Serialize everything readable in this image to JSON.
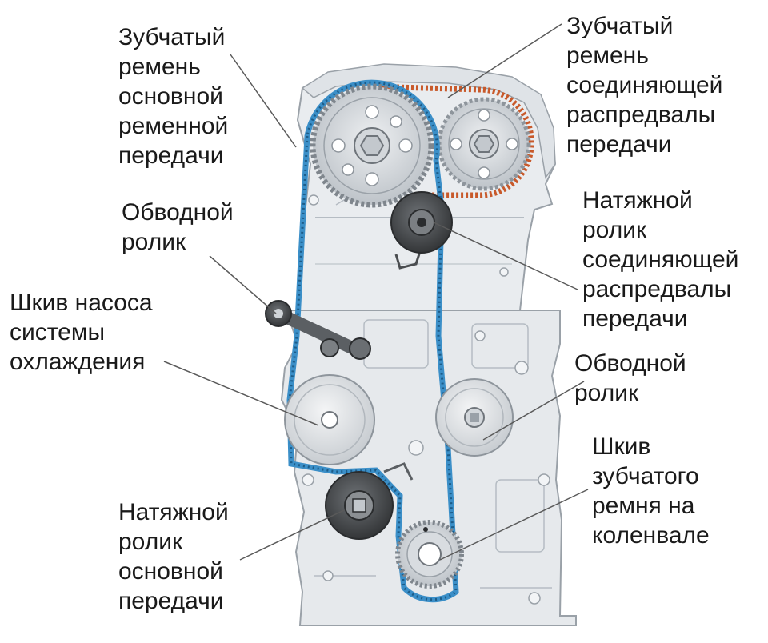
{
  "labels": {
    "main_belt": [
      "Зубчатый",
      "ремень",
      "основной",
      "ременной",
      "передачи"
    ],
    "cam_belt": [
      "Зубчатый",
      "ремень",
      "соединяющей",
      "распредвалы",
      "передачи"
    ],
    "idler_top": [
      "Обводной",
      "ролик"
    ],
    "cam_tensioner": [
      "Натяжной",
      "ролик",
      "соединяющей",
      "распредвалы",
      "передачи"
    ],
    "water_pump": [
      "Шкив насоса",
      "системы",
      "охлаждения"
    ],
    "idler_right": [
      "Обводной",
      "ролик"
    ],
    "crank_pulley": [
      "Шкив",
      "зубчатого",
      "ремня на",
      "коленвале"
    ],
    "main_tensioner": [
      "Натяжной",
      "ролик",
      "основной",
      "передачи"
    ]
  },
  "colors": {
    "main_belt": "#3b8fc8",
    "cam_belt": "#c8592a",
    "engine_block": "#e4e8ec",
    "engine_outline": "#9aa1a8",
    "gear": "#c9ced3",
    "dark_part": "#4a4d50",
    "leader_line": "#5a5a5a"
  }
}
